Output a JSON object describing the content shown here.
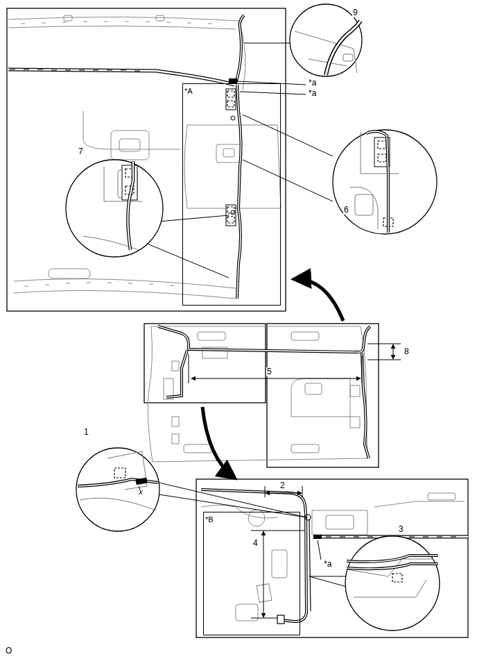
{
  "diagram": {
    "nodes": [
      {
        "text": [
          "*A"
        ]
      },
      {
        "text": [
          "*B"
        ]
      }
    ],
    "labels": [
      "9",
      "*a",
      "*a",
      "7",
      "6",
      "8",
      "5",
      "1",
      "2",
      "4",
      "3",
      "*a",
      "O"
    ]
  }
}
